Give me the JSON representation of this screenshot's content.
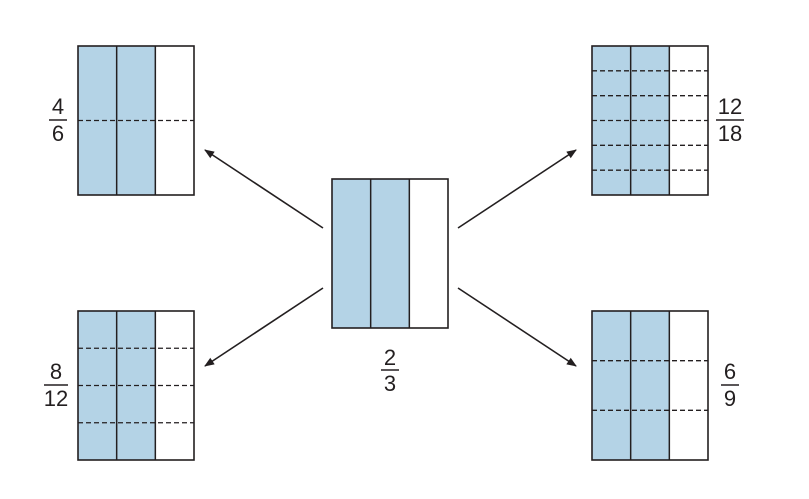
{
  "colors": {
    "shaded": "#b4d3e6",
    "stroke": "#231f20",
    "background": "#ffffff"
  },
  "center": {
    "numerator": "2",
    "denominator": "3",
    "columns": 3,
    "shaded_columns": 2,
    "rows": 1
  },
  "top_left": {
    "numerator": "4",
    "denominator": "6",
    "columns": 3,
    "shaded_columns": 2,
    "rows": 2
  },
  "bottom_left": {
    "numerator": "8",
    "denominator": "12",
    "columns": 3,
    "shaded_columns": 2,
    "rows": 4
  },
  "top_right": {
    "numerator": "12",
    "denominator": "18",
    "columns": 3,
    "shaded_columns": 2,
    "rows": 6
  },
  "bottom_right": {
    "numerator": "6",
    "denominator": "9",
    "columns": 3,
    "shaded_columns": 2,
    "rows": 3
  }
}
